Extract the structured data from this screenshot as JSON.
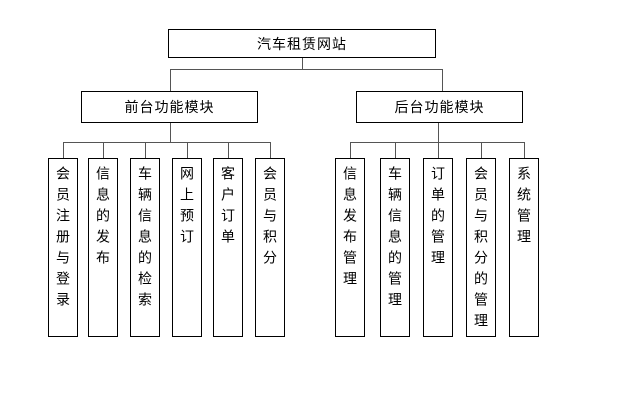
{
  "diagram": {
    "root": {
      "label": "汽车租赁网站"
    },
    "branches": [
      {
        "label": "前台功能模块",
        "children": [
          "会员注册与登录",
          "信息的发布",
          "车辆信息的检索",
          "网上预订",
          "客户订单",
          "会员与积分"
        ]
      },
      {
        "label": "后台功能模块",
        "children": [
          "信息发布管理",
          "车辆信息的管理",
          "订单的管理",
          "会员与积分的管理",
          "系统管理"
        ]
      }
    ],
    "colors": {
      "box_border": "#000000",
      "connector": "#555555",
      "background": "#ffffff"
    }
  }
}
